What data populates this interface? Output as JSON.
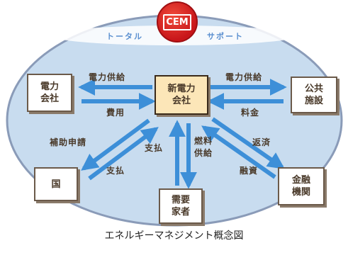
{
  "banner": {
    "left_text": "トータル",
    "right_text": "サポート",
    "badge_text": "CEM"
  },
  "nodes": {
    "power_company": [
      "電力",
      "会社"
    ],
    "new_power_company": [
      "新電力",
      "会社"
    ],
    "public_facilities": [
      "公共",
      "施設"
    ],
    "country": [
      "国"
    ],
    "consumers": [
      "需要",
      "家者"
    ],
    "financial_institutions": [
      "金融",
      "機関"
    ]
  },
  "flows": {
    "power_supply_left": "電力供給",
    "cost": "費用",
    "power_supply_right": "電力供給",
    "fee": "料金",
    "subsidy_application": "補助申請",
    "payment_country": "支払",
    "payment_consumers": "支払",
    "fuel_supply": [
      "燃料",
      "供給"
    ],
    "finance": "融資",
    "repayment": "返済"
  },
  "caption": "エネルギーマネジメント概念図",
  "colors": {
    "ellipse_fill": "#c8dcef",
    "ellipse_stroke": "#8a9bb8",
    "arrow": "#3d8fd8",
    "center_fill": "#fce6b8",
    "badge": "#d3201e"
  }
}
